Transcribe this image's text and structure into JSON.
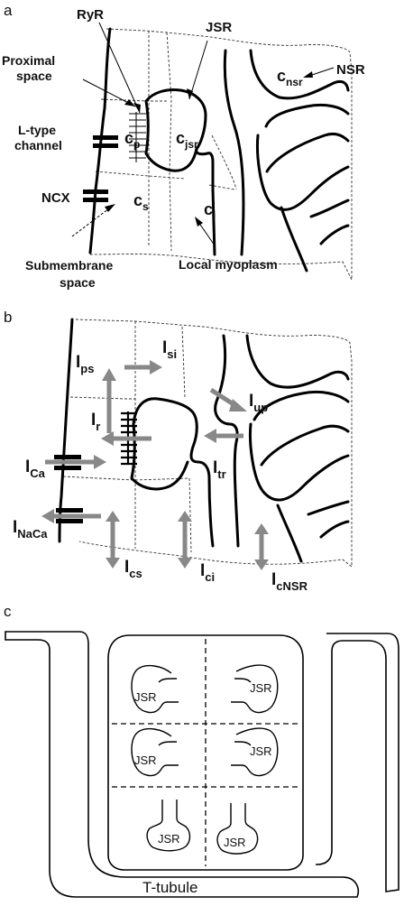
{
  "panels": {
    "a": {
      "letter": "a",
      "ryr": "RyR",
      "jsr": "JSR",
      "proximal_space": [
        "Proximal",
        "space"
      ],
      "nsr": "NSR",
      "l_type_channel": [
        "L-type",
        "channel"
      ],
      "ncx": "NCX",
      "submembrane_space": [
        "Submembrane",
        "space"
      ],
      "local_myoplasm": "Local myoplasm",
      "c_p": {
        "base": "c",
        "sub": "p"
      },
      "c_jsr": {
        "base": "c",
        "sub": "jsr"
      },
      "c_nsr": {
        "base": "c",
        "sub": "nsr"
      },
      "c_s": {
        "base": "c",
        "sub": "s"
      },
      "c_i": {
        "base": "c",
        "sub": "i"
      }
    },
    "b": {
      "letter": "b",
      "I_ps": {
        "base": "I",
        "sub": "ps"
      },
      "I_si": {
        "base": "I",
        "sub": "si"
      },
      "I_up": {
        "base": "I",
        "sub": "up"
      },
      "I_r": {
        "base": "I",
        "sub": "r"
      },
      "I_Ca": {
        "base": "I",
        "sub": "Ca"
      },
      "I_tr": {
        "base": "I",
        "sub": "tr"
      },
      "I_NaCa": {
        "base": "I",
        "sub": "NaCa"
      },
      "I_cs": {
        "base": "I",
        "sub": "cs"
      },
      "I_ci": {
        "base": "I",
        "sub": "ci"
      },
      "I_cNSR": {
        "base": "I",
        "sub": "cNSR"
      }
    },
    "c": {
      "letter": "c",
      "jsr_label": "JSR",
      "t_tubule": "T-tubule"
    }
  },
  "colors": {
    "line": "#000000",
    "arrow": "#888888",
    "dashed": "#333333"
  }
}
